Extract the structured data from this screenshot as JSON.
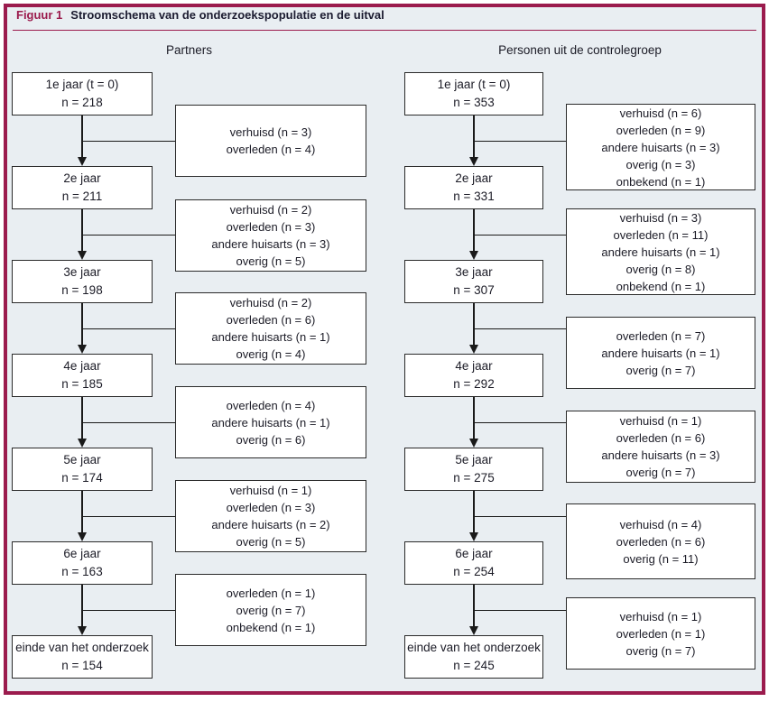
{
  "figure": {
    "label": "Figuur 1",
    "title": "Stroomschema van de onderzoekspopulatie en de uitval"
  },
  "colors": {
    "accent_maroon": "#9b1b4d",
    "panel_background": "#e9eef2",
    "box_background": "#ffffff",
    "box_border": "#2a2a2a",
    "line_color": "#1a1a1a"
  },
  "columns": [
    {
      "id": "partners",
      "header": "Partners",
      "stages": [
        {
          "lines": [
            "1e jaar (t = 0)",
            "n = 218"
          ]
        },
        {
          "lines": [
            "2e jaar",
            "n = 211"
          ]
        },
        {
          "lines": [
            "3e jaar",
            "n = 198"
          ]
        },
        {
          "lines": [
            "4e jaar",
            "n = 185"
          ]
        },
        {
          "lines": [
            "5e jaar",
            "n = 174"
          ]
        },
        {
          "lines": [
            "6e jaar",
            "n = 163"
          ]
        },
        {
          "lines": [
            "einde van het onderzoek",
            "n = 154"
          ]
        }
      ],
      "dropouts": [
        {
          "lines": [
            "verhuisd (n = 3)",
            "overleden (n = 4)"
          ]
        },
        {
          "lines": [
            "verhuisd (n = 2)",
            "overleden (n = 3)",
            "andere huisarts (n = 3)",
            "overig (n = 5)"
          ]
        },
        {
          "lines": [
            "verhuisd (n = 2)",
            "overleden (n = 6)",
            "andere huisarts (n = 1)",
            "overig (n = 4)"
          ]
        },
        {
          "lines": [
            "overleden (n = 4)",
            "andere huisarts (n = 1)",
            "overig (n = 6)"
          ]
        },
        {
          "lines": [
            "verhuisd (n = 1)",
            "overleden (n = 3)",
            "andere huisarts (n = 2)",
            "overig (n = 5)"
          ]
        },
        {
          "lines": [
            "overleden (n = 1)",
            "overig (n = 7)",
            "onbekend (n = 1)"
          ]
        }
      ]
    },
    {
      "id": "controlegroep",
      "header": "Personen uit de controlegroep",
      "stages": [
        {
          "lines": [
            "1e jaar (t = 0)",
            "n = 353"
          ]
        },
        {
          "lines": [
            "2e jaar",
            "n = 331"
          ]
        },
        {
          "lines": [
            "3e jaar",
            "n = 307"
          ]
        },
        {
          "lines": [
            "4e jaar",
            "n = 292"
          ]
        },
        {
          "lines": [
            "5e jaar",
            "n = 275"
          ]
        },
        {
          "lines": [
            "6e jaar",
            "n = 254"
          ]
        },
        {
          "lines": [
            "einde van het onderzoek",
            "n = 245"
          ]
        }
      ],
      "dropouts": [
        {
          "lines": [
            "verhuisd (n = 6)",
            "overleden (n = 9)",
            "andere huisarts (n = 3)",
            "overig (n = 3)",
            "onbekend (n = 1)"
          ]
        },
        {
          "lines": [
            "verhuisd (n = 3)",
            "overleden (n = 11)",
            "andere huisarts (n = 1)",
            "overig (n = 8)",
            "onbekend (n = 1)"
          ]
        },
        {
          "lines": [
            "overleden (n = 7)",
            "andere huisarts (n = 1)",
            "overig (n = 7)"
          ]
        },
        {
          "lines": [
            "verhuisd (n = 1)",
            "overleden (n = 6)",
            "andere huisarts (n = 3)",
            "overig (n = 7)"
          ]
        },
        {
          "lines": [
            "verhuisd (n = 4)",
            "overleden (n = 6)",
            "overig (n = 11)"
          ]
        },
        {
          "lines": [
            "verhuisd (n = 1)",
            "overleden (n = 1)",
            "overig (n = 7)"
          ]
        }
      ]
    }
  ]
}
